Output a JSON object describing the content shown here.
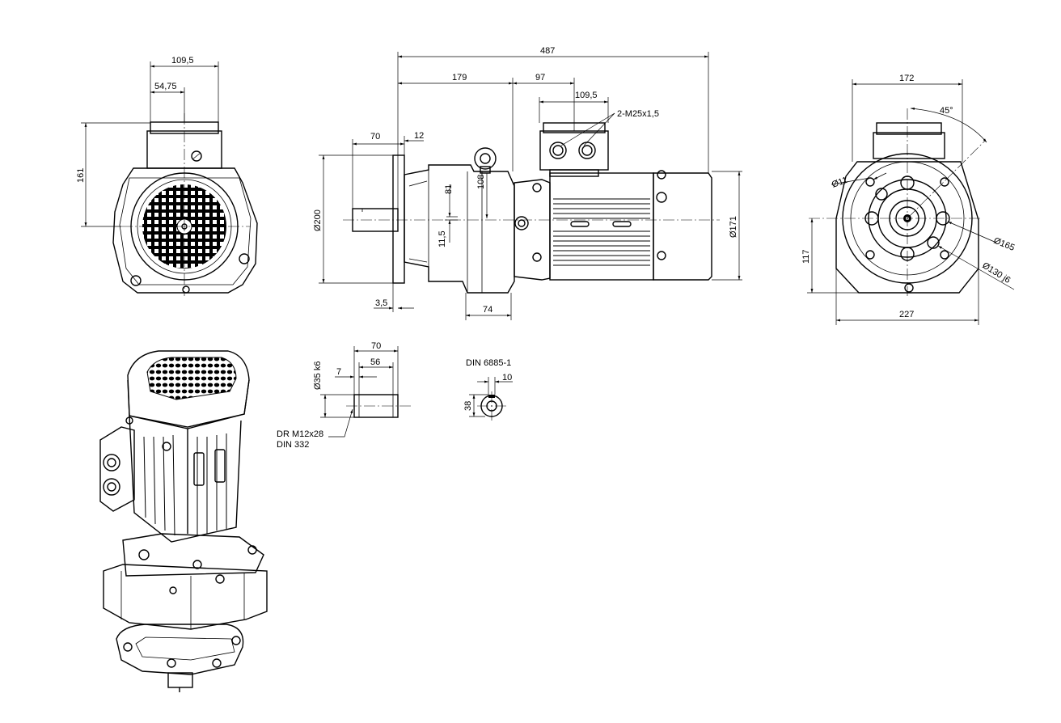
{
  "drawing": {
    "title": "",
    "line_color": "#000000",
    "background": "#ffffff"
  },
  "dims": {
    "front": {
      "w_109_5": "109,5",
      "w_54_75": "54,75",
      "h_161": "161"
    },
    "side": {
      "total_487": "487",
      "d_179": "179",
      "d_97": "97",
      "d_109_5": "109,5",
      "thread": "2-M25x1,5",
      "d_70": "70",
      "d_12": "12",
      "dia_200": "Ø200",
      "d_81": "81",
      "d_108": "108",
      "d_11_5": "11,5",
      "dia_171": "Ø171",
      "d_3_5": "3,5",
      "d_74": "74"
    },
    "flange": {
      "w_172": "172",
      "angle_45": "45°",
      "dia_11": "Ø11",
      "dia_165": "Ø165",
      "dia_130": "Ø130 j6",
      "h_117": "117",
      "w_227": "227"
    },
    "shaft": {
      "len_70": "70",
      "len_56": "56",
      "off_7": "7",
      "dia_35": "Ø35 k6",
      "thread_note_1": "DR M12x28",
      "thread_note_2": "DIN 332"
    },
    "key": {
      "standard": "DIN 6885-1",
      "w_10": "10",
      "h_38": "38"
    }
  }
}
